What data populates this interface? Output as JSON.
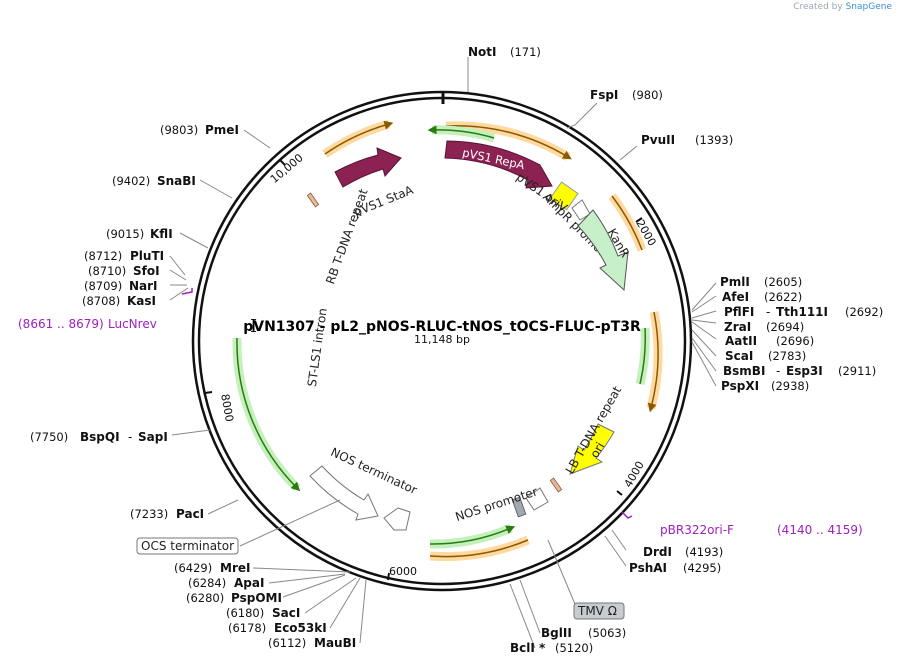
{
  "branding": {
    "created_by": "Created by",
    "app_name": "SnapGene"
  },
  "map": {
    "title": "pVN1307 - pL2_pNOS-RLUC-tNOS_tOCS-FLUC-pT3R",
    "length": "11,148 bp"
  },
  "ticks": [
    "2000",
    "4000",
    "6000",
    "8000",
    "10,000"
  ],
  "enzymes_top": [
    {
      "name": "NotI",
      "pos": "(171)"
    },
    {
      "name": "FspI",
      "pos": "(980)"
    },
    {
      "name": "PvuII",
      "pos": "(1393)"
    }
  ],
  "enzymes_right": [
    {
      "name": "PmlI",
      "pos": "(2605)"
    },
    {
      "name": "AfeI",
      "pos": "(2622)"
    },
    {
      "name": "PflFI",
      "alt": "Tth111I",
      "pos": "(2692)"
    },
    {
      "name": "ZraI",
      "pos": "(2694)"
    },
    {
      "name": "AatII",
      "pos": "(2696)"
    },
    {
      "name": "ScaI",
      "pos": "(2783)"
    },
    {
      "name": "BsmBI",
      "alt": "Esp3I",
      "pos": "(2911)"
    },
    {
      "name": "PspXI",
      "pos": "(2938)"
    }
  ],
  "enzymes_bottom_right": [
    {
      "name": "DrdI",
      "pos": "(4193)"
    },
    {
      "name": "PshAI",
      "pos": "(4295)"
    },
    {
      "name": "BglII",
      "pos": "(5063)"
    },
    {
      "name": "BclI *",
      "pos": "(5120)"
    }
  ],
  "enzymes_left": [
    {
      "name": "PmeI",
      "pos": "(9803)"
    },
    {
      "name": "SnaBI",
      "pos": "(9402)"
    },
    {
      "name": "KflI",
      "pos": "(9015)"
    },
    {
      "name": "PluTI",
      "pos": "(8712)"
    },
    {
      "name": "SfoI",
      "pos": "(8710)"
    },
    {
      "name": "NarI",
      "pos": "(8709)"
    },
    {
      "name": "KasI",
      "pos": "(8708)"
    },
    {
      "name": "BspQI",
      "alt": "SapI",
      "pos": "(7750)"
    },
    {
      "name": "PacI",
      "pos": "(7233)"
    }
  ],
  "enzymes_bottom_left": [
    {
      "name": "MreI",
      "pos": "(6429)"
    },
    {
      "name": "ApaI",
      "pos": "(6284)"
    },
    {
      "name": "PspOMI",
      "pos": "(6280)"
    },
    {
      "name": "SacI",
      "pos": "(6180)"
    },
    {
      "name": "Eco53kI",
      "pos": "(6178)"
    },
    {
      "name": "MauBI",
      "pos": "(6112)"
    }
  ],
  "primers": [
    {
      "name": "LucNrev",
      "range": "(8661 .. 8679)"
    },
    {
      "name": "pBR322ori-F",
      "range": "(4140 .. 4159)"
    }
  ],
  "features": {
    "pvs1_repa": "pVS1 RepA",
    "pvs1_staa": "pVS1 StaA",
    "pvs1_oriv": "pVS1 oriV",
    "ampr_promoter": "AmpR promoter",
    "kanr": "KanR",
    "ori": "ori",
    "lb_repeat": "LB T-DNA repeat",
    "rb_repeat": "RB T-DNA repeat",
    "nos_promoter": "NOS promoter",
    "nos_terminator": "NOS terminator",
    "ocs_terminator": "OCS terminator",
    "tmv_omega": "TMV Ω",
    "intron": "ST-LS1 intron"
  },
  "colors": {
    "repa": "#8b2252",
    "kanr": "#c8f0c8",
    "ori": "#ffff00",
    "orange_arrow": "#ffcc88",
    "green_arrow": "#b8ecb0",
    "primer": "#a020c0"
  }
}
